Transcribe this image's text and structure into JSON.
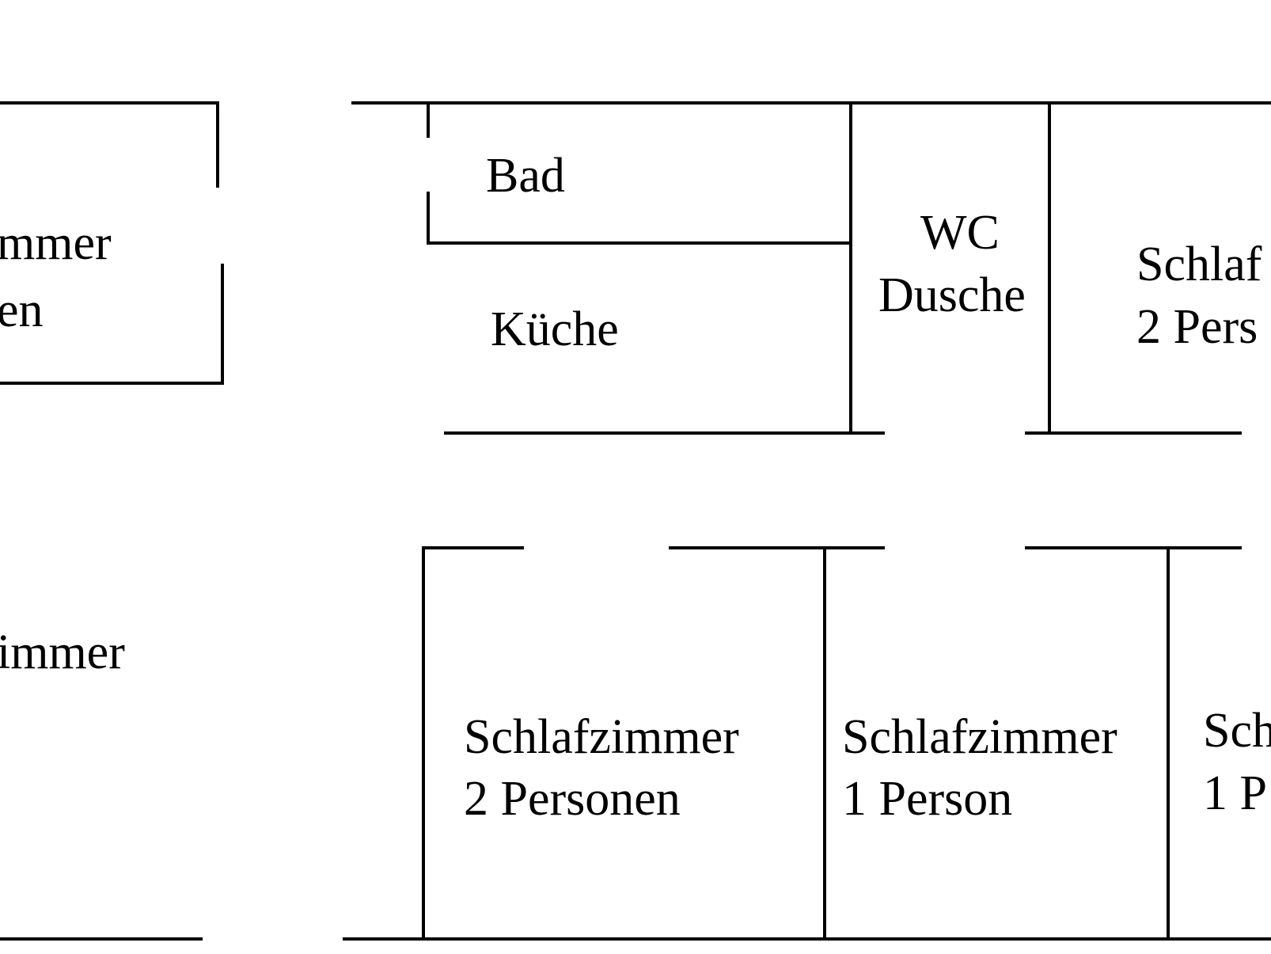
{
  "colors": {
    "background": "#ffffff",
    "wall": "#000000",
    "text": "#000000"
  },
  "rooms": {
    "left_top": {
      "line1": "mmer",
      "line2": "en"
    },
    "bad": {
      "label": "Bad"
    },
    "kueche": {
      "label": "Küche"
    },
    "wc_dusche": {
      "line1": "WC",
      "line2": "Dusche"
    },
    "schlaf_top_right": {
      "line1": "Schlaf",
      "line2": "2 Pers"
    },
    "left_bottom": {
      "line1": "immer"
    },
    "schlaf_2p": {
      "line1": "Schlafzimmer",
      "line2": "2 Personen"
    },
    "schlaf_1p": {
      "line1": "Schlafzimmer",
      "line2": "1 Person"
    },
    "schlaf_bottom_right": {
      "line1": "Sch",
      "line2": "1 P"
    }
  }
}
